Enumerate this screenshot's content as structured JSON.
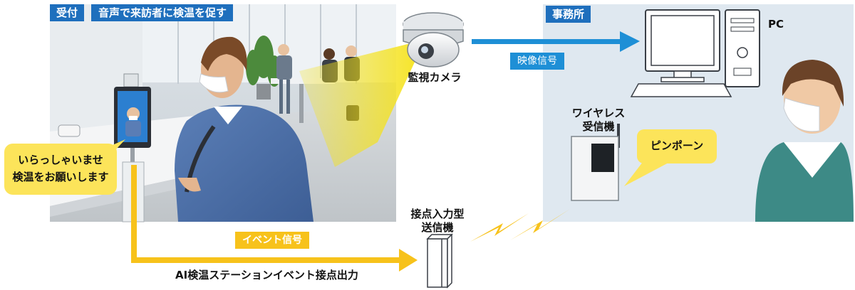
{
  "reception": {
    "tag": "受付",
    "title": "音声で来訪者に検温を促す",
    "speech_line1": "いらっしゃいませ",
    "speech_line2": "検温をお願いします"
  },
  "camera": {
    "label": "監視カメラ",
    "signal": "映像信号"
  },
  "office": {
    "tag": "事務所",
    "pc_label": "PC",
    "receiver_line1": "ワイヤレス",
    "receiver_line2": "受信機",
    "chime": "ピンポーン"
  },
  "transmitter": {
    "label_line1": "接点入力型",
    "label_line2": "送信機"
  },
  "event": {
    "signal": "イベント信号",
    "caption": "AI検温ステーションイベント接点出力"
  },
  "colors": {
    "blue": "#1e8fd6",
    "yellow": "#f7c21b",
    "tag_blue": "#1e6fbd",
    "office_bg": "#dfe8f0"
  }
}
